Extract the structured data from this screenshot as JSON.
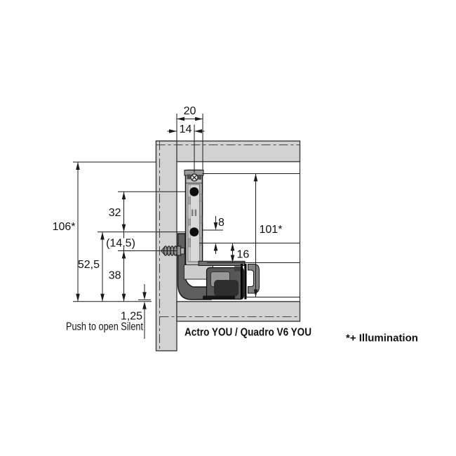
{
  "drawing": {
    "type": "technical-cross-section",
    "dimensions": {
      "d20": "20",
      "d14": "14",
      "d32": "32",
      "d8": "8",
      "d101": "101*",
      "d14_5": "(14,5)",
      "d16": "16",
      "d106": "106*",
      "d52_5": "52,5",
      "d38": "38",
      "d1_25": "1,25"
    },
    "labels": {
      "feature": "Push to open Silent",
      "product": "Actro YOU / Quadro V6 YOU",
      "footnote": "*+ Illumination"
    },
    "colors": {
      "panel_fill": "#d2d2d2",
      "outline": "#1a1a1a",
      "rail_fill": "#c2c2c2",
      "rail_channel": "#d8d8d8",
      "dark_part": "#575757",
      "black_part": "#0c0c0c"
    }
  }
}
